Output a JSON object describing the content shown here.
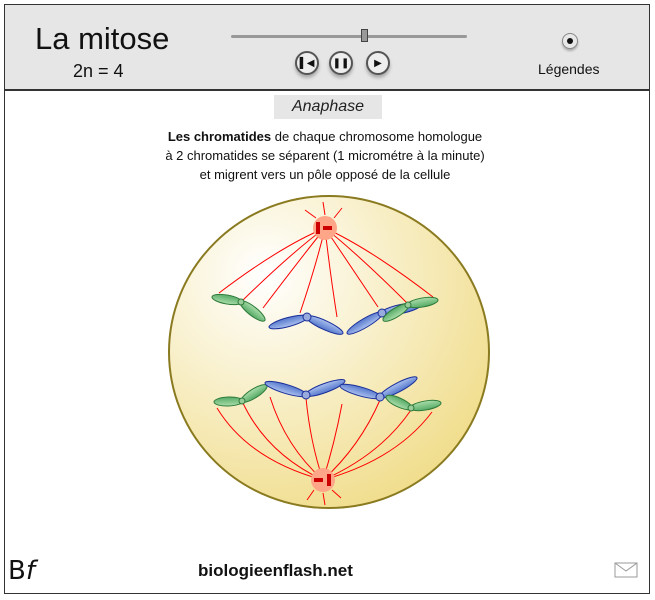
{
  "header": {
    "title": "La mitose",
    "subtitle": "2n = 4",
    "legend_label": "Légendes",
    "timeline_progress_percent": 57
  },
  "controls": {
    "rewind_icon": "skip-back-icon",
    "pause_icon": "pause-icon",
    "play_icon": "play-icon"
  },
  "phase": {
    "name": "Anaphase"
  },
  "description": {
    "bold": "Les chromatides",
    "line1": " de chaque chromosome  homologue",
    "line2": "à 2 chromatides se séparent (1 micrométre à la minute)",
    "line3": "et migrent vers un pôle opposé de la cellule"
  },
  "footer": {
    "logo": "Bf",
    "site": "biologieenflash.net",
    "mail_icon": "envelope-icon"
  },
  "colors": {
    "cell_fill": "#f4e4a0",
    "cell_border": "#8a7a20",
    "fiber": "#ff0000",
    "pole": "#ffa07a",
    "chromosome_a": "#3355bb",
    "chromosome_b": "#449955"
  }
}
